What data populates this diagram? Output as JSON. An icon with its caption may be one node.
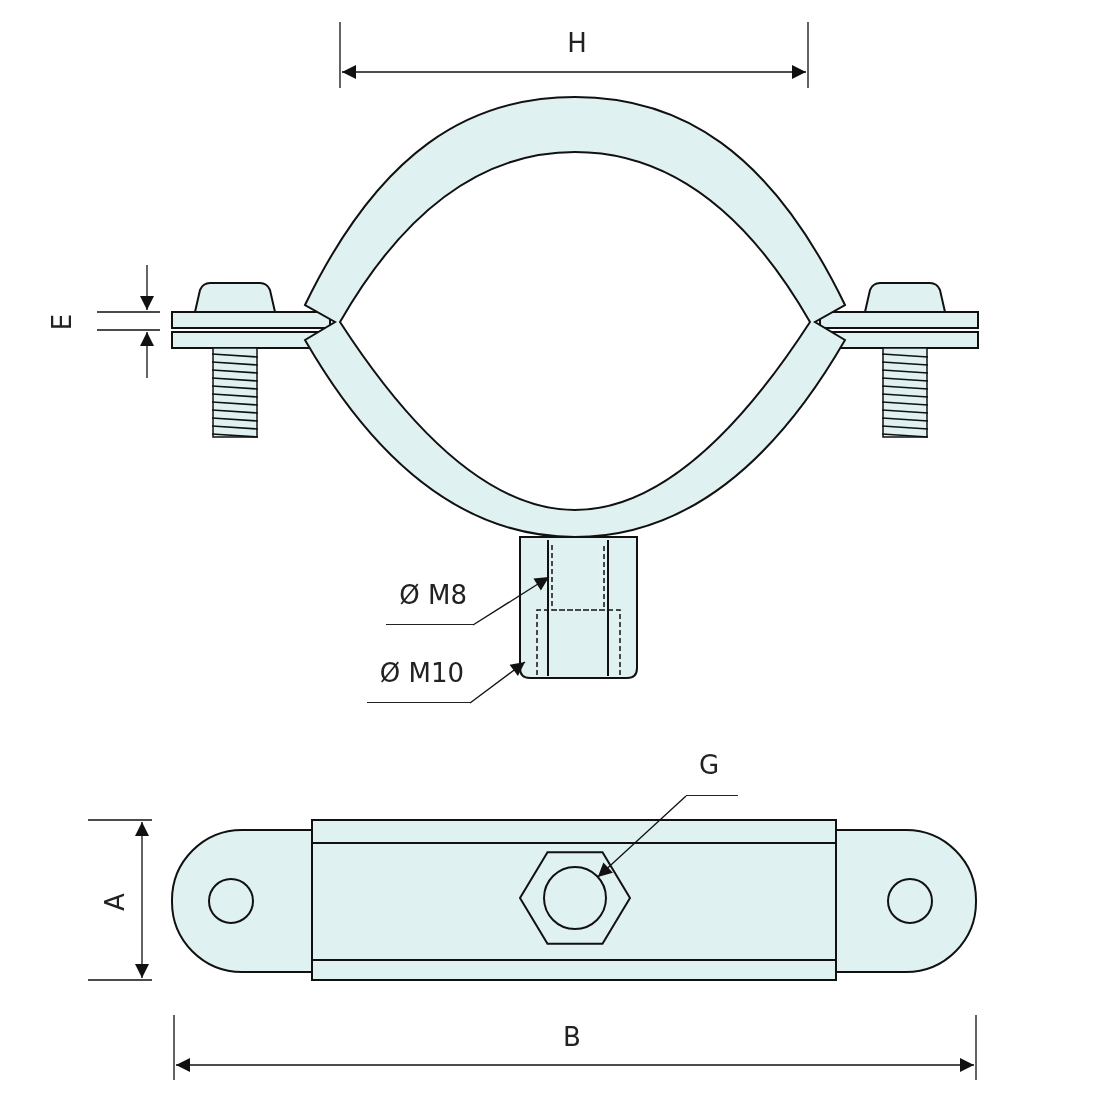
{
  "diagram": {
    "nodes": [
      {
        "text": [
          "Ø M8"
        ]
      },
      {
        "text": [
          "Ø M10"
        ]
      },
      {
        "text": [
          "G"
        ]
      },
      {
        "text": [],
        "shape": "circle"
      }
    ],
    "edges": [
      {
        "from": 0,
        "to": null,
        "arrow": "to"
      },
      {
        "from": 1,
        "to": null,
        "arrow": "to"
      },
      {
        "from": 2,
        "to": 3,
        "arrow": "to"
      }
    ],
    "labels": [
      "H",
      "E",
      "A",
      "B"
    ]
  }
}
